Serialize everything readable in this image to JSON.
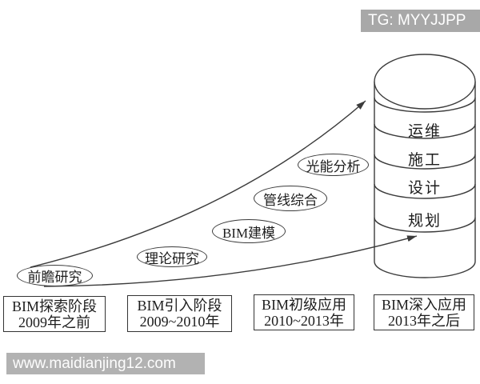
{
  "watermarks": {
    "top": "TG: MYYJJPP",
    "bottom": "www.maidianjing12.com"
  },
  "colors": {
    "badge_bg": "#a8a8a8",
    "bottom_bar_bg": "#b2b2b2",
    "line": "#3b3b3b",
    "text": "#1d1d1d",
    "background": "#ffffff"
  },
  "milestones": [
    {
      "label": "前瞻研究"
    },
    {
      "label": "理论研究"
    },
    {
      "label": "BIM建模"
    },
    {
      "label": "管线综合"
    },
    {
      "label": "光能分析"
    }
  ],
  "stages": [
    {
      "name": "BIM探索阶段",
      "period": "2009年之前"
    },
    {
      "name": "BIM引入阶段",
      "period": "2009~2010年"
    },
    {
      "name": "BIM初级应用",
      "period": "2010~2013年"
    },
    {
      "name": "BIM深入应用",
      "period": "2013年之后"
    }
  ],
  "cylinder": {
    "layers": [
      {
        "label": "运维"
      },
      {
        "label": "施工"
      },
      {
        "label": "设计"
      },
      {
        "label": "规划"
      }
    ]
  }
}
